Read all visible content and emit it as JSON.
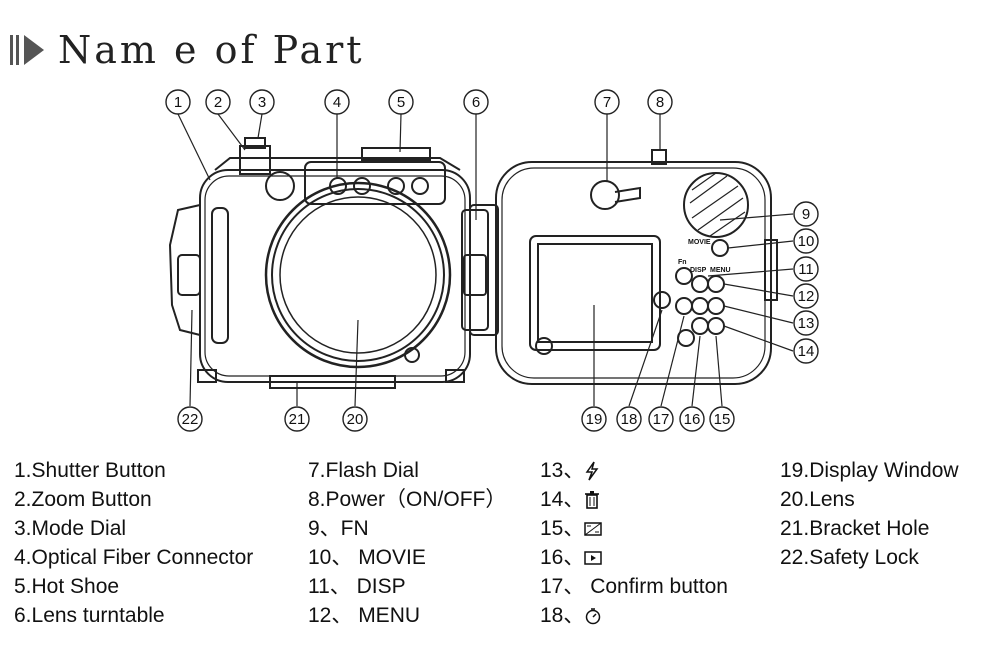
{
  "title": "Nam e of Part",
  "callouts": [
    "1",
    "2",
    "3",
    "4",
    "5",
    "6",
    "7",
    "8",
    "9",
    "10",
    "11",
    "12",
    "13",
    "14",
    "15",
    "16",
    "17",
    "18",
    "19",
    "20",
    "21",
    "22"
  ],
  "button_labels": {
    "movie": "MOVIE",
    "disp": "DISP",
    "menu": "MENU",
    "fn": "Fn"
  },
  "legend": {
    "col1": [
      "1.Shutter Button",
      "2.Zoom Button",
      "3.Mode Dial",
      "4.Optical Fiber Connector",
      "5.Hot Shoe",
      "6.Lens turntable"
    ],
    "col2": [
      "7.Flash Dial",
      "8.Power（ON/OFF）",
      "9、FN",
      "10、 MOVIE",
      "11、 DISP",
      "12、 MENU"
    ],
    "col3": [
      {
        "prefix": "13、",
        "icon": "flash-icon"
      },
      {
        "prefix": "14、",
        "icon": "trash-icon"
      },
      {
        "prefix": "15、",
        "icon": "exposure-icon"
      },
      {
        "prefix": "16、",
        "icon": "play-icon"
      },
      {
        "prefix": "17、 Confirm button",
        "icon": ""
      },
      {
        "prefix": "18、",
        "icon": "self-timer-icon"
      }
    ],
    "col4": [
      "19.Display Window",
      "20.Lens",
      "21.Bracket Hole",
      "22.Safety Lock"
    ]
  }
}
